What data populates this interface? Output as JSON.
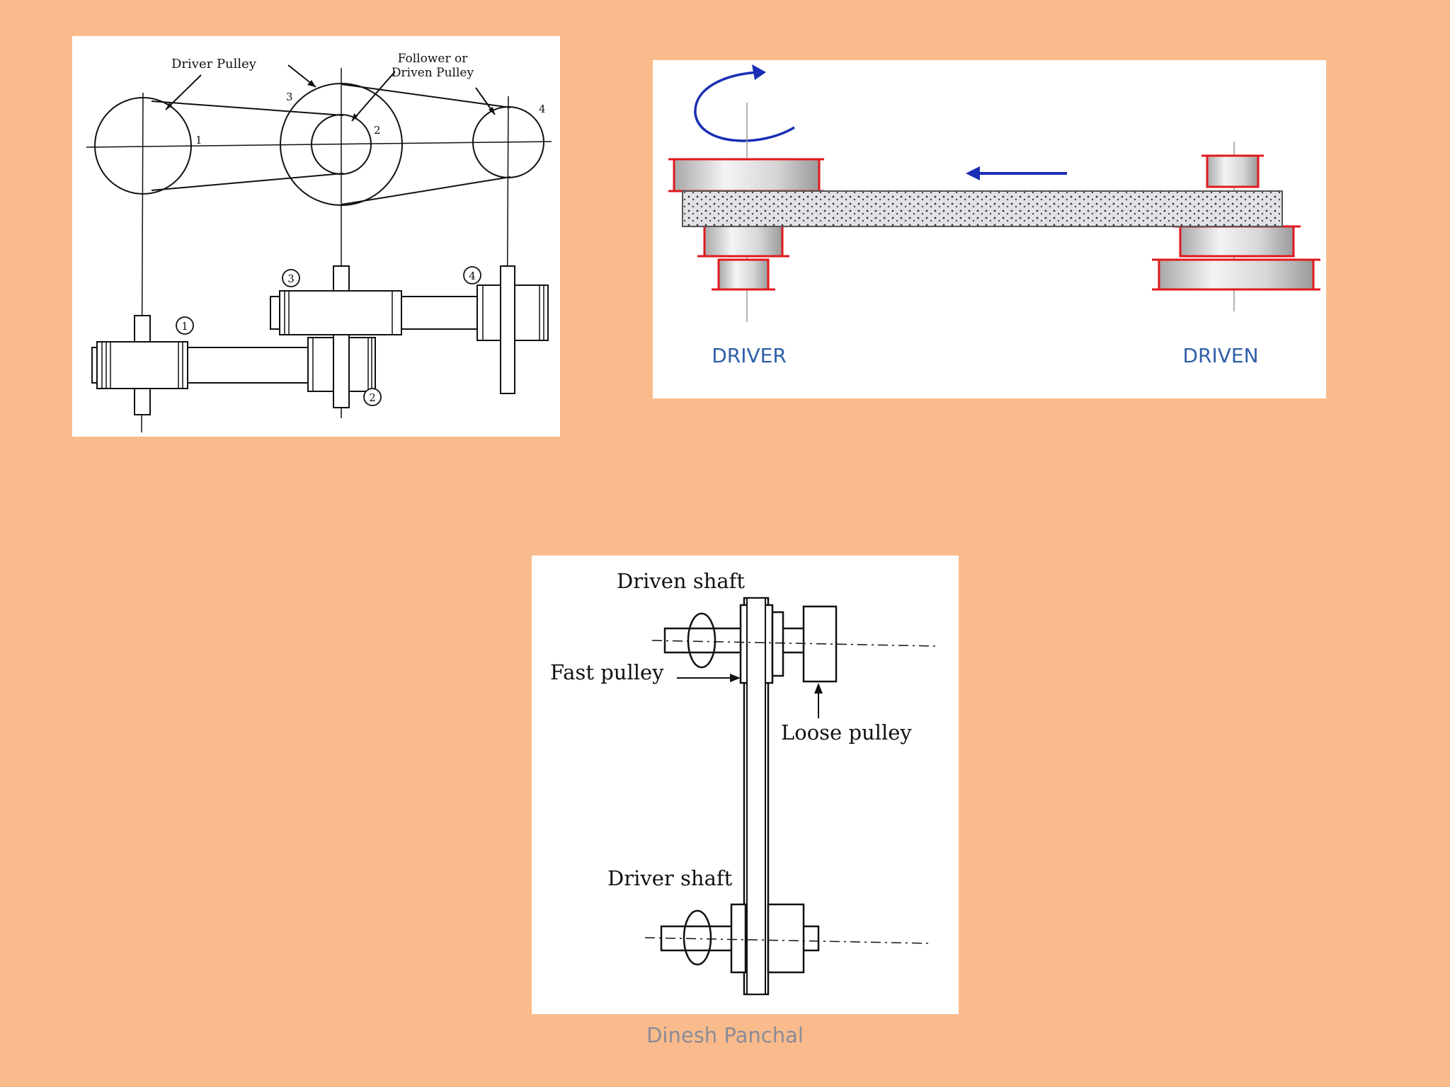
{
  "diagram_compound": {
    "label_driver_pulley": "Driver Pulley",
    "label_follower_line1": "Follower or",
    "label_follower_line2": "Driven Pulley",
    "num_1": "1",
    "num_2": "2",
    "num_3": "3",
    "num_4": "4",
    "circled_1": "1",
    "circled_2": "2",
    "circled_3": "3",
    "circled_4": "4"
  },
  "diagram_open_belt": {
    "driver_label": "DRIVER",
    "driven_label": "DRIVEN",
    "pulley_color": "#e0191e",
    "arrow_color": "#1a2fb5",
    "label_color": "#2f5fa8"
  },
  "diagram_fast_loose": {
    "driven_shaft": "Driven shaft",
    "fast_pulley": "Fast pulley",
    "loose_pulley": "Loose pulley",
    "driver_shaft": "Driver shaft"
  },
  "footer": {
    "author": "Dinesh Panchal"
  }
}
